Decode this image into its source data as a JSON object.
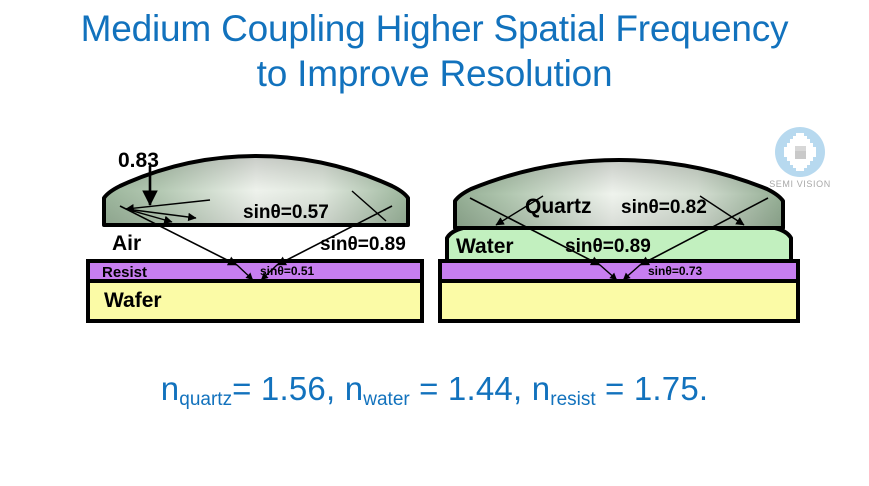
{
  "slide": {
    "title_line1": "Medium Coupling Higher Spatial Frequency",
    "title_line2": "to Improve Resolution",
    "title_color": "#1272bd",
    "background": "#ffffff"
  },
  "logo": {
    "caption": "SEMI VISION",
    "mark_color": "#b7d9ef",
    "inner_color": "#ffffff",
    "chip_color": "#c9c9c9",
    "caption_color": "#a8a8a8"
  },
  "left_diagram": {
    "name": "air-gap-immersion-diagram",
    "lens_label": "",
    "aperture_label": "0.83",
    "medium_label": "Air",
    "lens_sin_label": "sinθ=0.57",
    "gap_sin_label": "sinθ=0.89",
    "resist_sin_label": "sinθ=0.51",
    "resist_label": "Resist",
    "wafer_label": "Wafer",
    "colors": {
      "lens_edge": "#9db69d",
      "lens_center": "#f2f6f1",
      "resist": "#c77ef0",
      "wafer": "#fbfba6",
      "outline": "#000000"
    }
  },
  "right_diagram": {
    "name": "water-immersion-diagram",
    "lens_label": "Quartz",
    "lens_sin_label": "sinθ=0.82",
    "medium_label": "Water",
    "medium_sin_label": "sinθ=0.89",
    "resist_sin_label": "sinθ=0.73",
    "colors": {
      "lens_edge": "#9db69d",
      "lens_center": "#f2f6f1",
      "water": "#c2f0bf",
      "resist": "#c77ef0",
      "wafer": "#fbfba6",
      "outline": "#000000"
    }
  },
  "footer": {
    "n_symbol": "n",
    "quartz_sub": "quartz",
    "quartz_value": "= 1.56, ",
    "water_sub": "water",
    "water_value": " = 1.44, ",
    "resist_sub": "resist",
    "resist_value": " = 1.75."
  }
}
